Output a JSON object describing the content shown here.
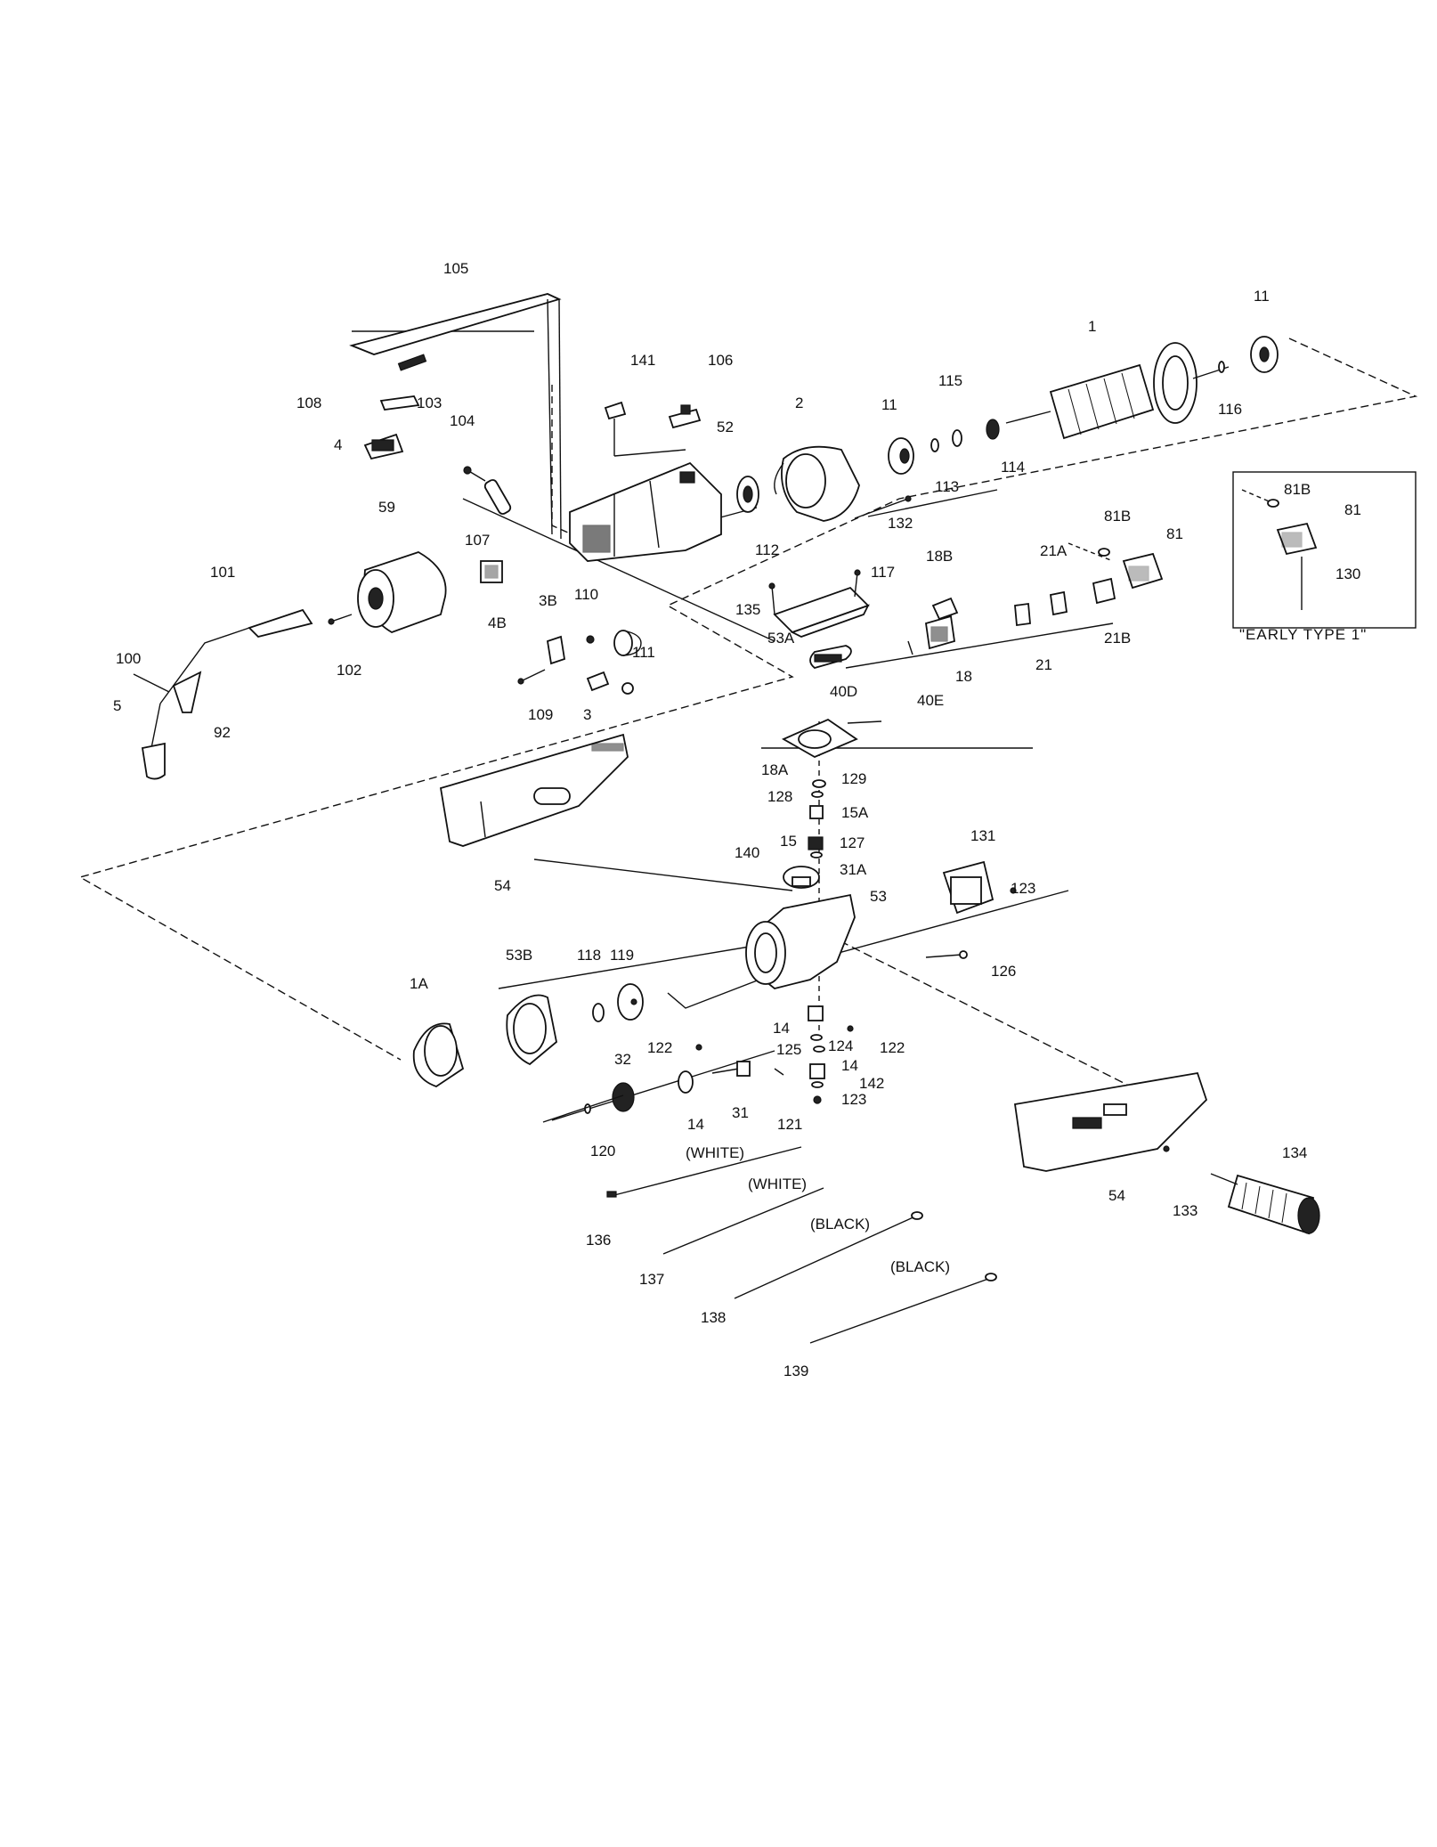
{
  "labels": {
    "p1": "1",
    "p1A": "1A",
    "p2": "2",
    "p3": "3",
    "p3B": "3B",
    "p4": "4",
    "p4B": "4B",
    "p5": "5",
    "p11a": "11",
    "p11b": "11",
    "p14a": "14",
    "p14b": "14",
    "p14c": "14",
    "p15": "15",
    "p15A": "15A",
    "p18": "18",
    "p18A": "18A",
    "p18B": "18B",
    "p21": "21",
    "p21A": "21A",
    "p21B": "21B",
    "p31": "31",
    "p31A": "31A",
    "p32": "32",
    "p40D": "40D",
    "p40E": "40E",
    "p52": "52",
    "p53": "53",
    "p53A": "53A",
    "p53B": "53B",
    "p54a": "54",
    "p54b": "54",
    "p59": "59",
    "p81": "81",
    "p81B": "81B",
    "p81inset": "81",
    "p81Binset": "81B",
    "p92": "92",
    "p100": "100",
    "p101": "101",
    "p102": "102",
    "p103": "103",
    "p104": "104",
    "p105": "105",
    "p106": "106",
    "p107": "107",
    "p108": "108",
    "p109": "109",
    "p110": "110",
    "p111": "111",
    "p112": "112",
    "p113": "113",
    "p114": "114",
    "p115": "115",
    "p116": "116",
    "p117": "117",
    "p118": "118",
    "p119": "119",
    "p120": "120",
    "p121": "121",
    "p122a": "122",
    "p122b": "122",
    "p123a": "123",
    "p123b": "123",
    "p124": "124",
    "p125": "125",
    "p126": "126",
    "p127": "127",
    "p128": "128",
    "p129": "129",
    "p130": "130",
    "p131": "131",
    "p132": "132",
    "p133": "133",
    "p134": "134",
    "p135": "135",
    "p136": "136",
    "p137": "137",
    "p138": "138",
    "p139": "139",
    "p140": "140",
    "p141": "141",
    "p142": "142"
  },
  "wires": {
    "w136": "(WHITE)",
    "w137": "(WHITE)",
    "w138": "(BLACK)",
    "w139": "(BLACK)"
  },
  "inset": {
    "caption": "\"EARLY TYPE 1\""
  }
}
